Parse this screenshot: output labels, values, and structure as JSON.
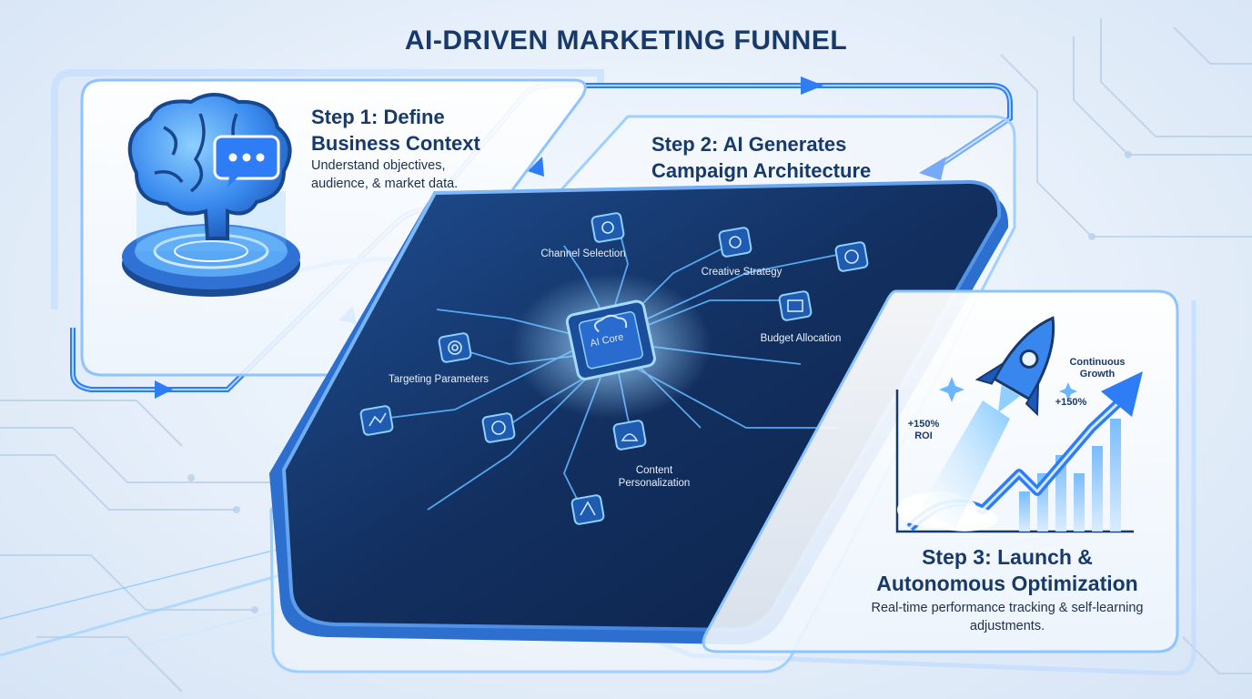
{
  "title": "AI-DRIVEN MARKETING FUNNEL",
  "step1": {
    "title": "Step 1: Define Business Context",
    "description": "Understand objectives, audience, & market data."
  },
  "step2": {
    "title": "Step 2: AI Generates Campaign Architecture",
    "core_label": "AI Core",
    "nodes": [
      "Channel Selection",
      "Creative Strategy",
      "Budget Allocation",
      "Targeting Parameters",
      "Content Personalization"
    ]
  },
  "step3": {
    "title": "Step 3: Launch & Autonomous Optimization",
    "description": "Real-time performance tracking & self-learning adjustments.",
    "chart_labels": {
      "growth": "Continuous Growth",
      "growth_value": "+150%",
      "roi": "+150% ROI"
    }
  },
  "colors": {
    "accent": "#2e7cf6",
    "dark_navy": "#173a6b",
    "board": "#12315f",
    "glow": "#5fb4ff"
  },
  "icons": [
    "brain-icon",
    "chat-bubble-icon",
    "chip-icon",
    "rocket-icon",
    "growth-arrow-icon"
  ]
}
